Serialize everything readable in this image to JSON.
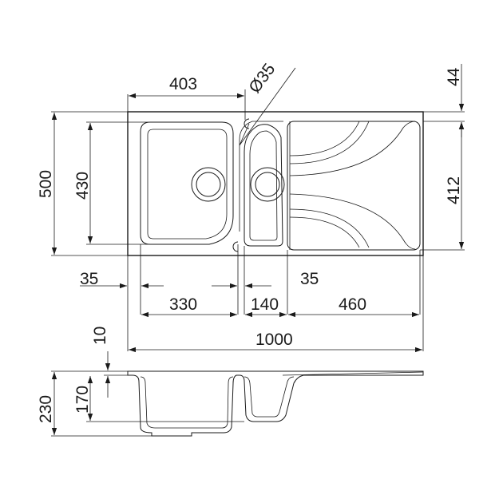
{
  "dimensions": {
    "d403": "403",
    "d35_dia": "Ø35",
    "d44": "44",
    "d500": "500",
    "d430": "430",
    "d412": "412",
    "d35_left": "35",
    "d35_right": "35",
    "d330": "330",
    "d140": "140",
    "d460": "460",
    "d1000": "1000",
    "d10": "10",
    "d230": "230",
    "d170": "170"
  },
  "colors": {
    "line": "#1a1a1a",
    "background": "#ffffff"
  }
}
